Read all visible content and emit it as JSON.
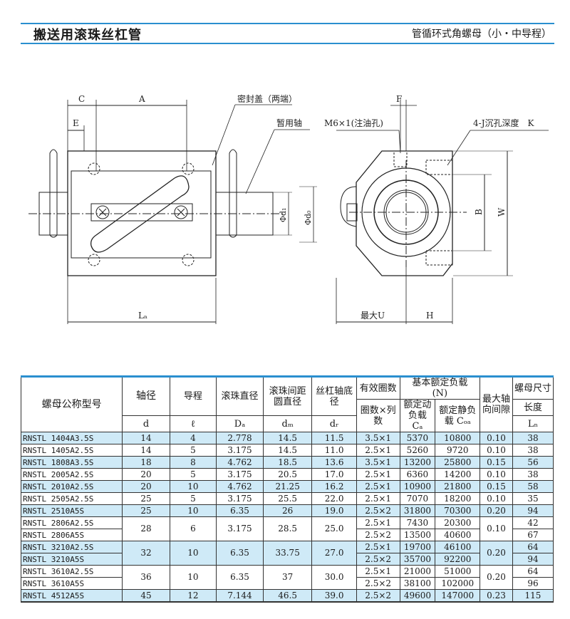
{
  "header": {
    "title": "搬送用滚珠丝杠管",
    "subtitle": "管循环式角螺母（小・中导程）"
  },
  "drawing": {
    "labels": {
      "C": "C",
      "A": "A",
      "E": "E",
      "seal": "密封盖（两端）",
      "temp_shaft": "暂用轴",
      "d1": "Φd₁",
      "d0": "Φd₀",
      "Ln": "Lₙ",
      "F": "F",
      "oil_hole": "M6×1(注油孔)",
      "holes": "4-J沉孔深度　K",
      "B": "B",
      "W": "W",
      "max_u": "最大U",
      "H": "H"
    }
  },
  "table": {
    "headers": {
      "model": "螺母公称型号",
      "shaft": "轴径",
      "shaft_sym": "d",
      "lead": "导程",
      "lead_sym": "ℓ",
      "ball": "滚珠直径",
      "ball_sym": "Dₐ",
      "pitch_dia": "滚珠间距圆直径",
      "pitch_sym": "dₘ",
      "root_dia": "丝杠轴底径",
      "root_sym": "dᵣ",
      "turns": "有效圈数",
      "turns_sub": "圈数×列数",
      "load": "基本额定负载",
      "load_unit": "(N)",
      "dyn": "额定动负载 Cₐ",
      "stat": "额定静负载 Cₒₐ",
      "backlash": "最大轴向间隙",
      "nut_size": "螺母尺寸",
      "length": "长度",
      "length_sym": "Lₙ"
    },
    "rows": [
      {
        "model": "RNSTL 1404A3.5S",
        "d": "14",
        "lead": "4",
        "ball": "2.778",
        "pcd": "14.5",
        "root": "11.5",
        "turns": "3.5×1",
        "dyn": "5370",
        "stat": "10800",
        "backlash": "0.10",
        "len": "38"
      },
      {
        "model": "RNSTL 1405A2.5S",
        "d": "14",
        "lead": "5",
        "ball": "3.175",
        "pcd": "14.5",
        "root": "11.0",
        "turns": "2.5×1",
        "dyn": "5260",
        "stat": "9720",
        "backlash": "0.10",
        "len": "38"
      },
      {
        "model": "RNSTL 1808A3.5S",
        "d": "18",
        "lead": "8",
        "ball": "4.762",
        "pcd": "18.5",
        "root": "13.6",
        "turns": "3.5×1",
        "dyn": "13200",
        "stat": "25800",
        "backlash": "0.15",
        "len": "56"
      },
      {
        "model": "RNSTL 2005A2.5S",
        "d": "20",
        "lead": "5",
        "ball": "3.175",
        "pcd": "20.5",
        "root": "17.0",
        "turns": "2.5×1",
        "dyn": "6360",
        "stat": "14200",
        "backlash": "0.10",
        "len": "38"
      },
      {
        "model": "RNSTL 2010A2.5S",
        "d": "20",
        "lead": "10",
        "ball": "4.762",
        "pcd": "21.25",
        "root": "16.2",
        "turns": "2.5×1",
        "dyn": "10900",
        "stat": "21800",
        "backlash": "0.15",
        "len": "58"
      },
      {
        "model": "RNSTL 2505A2.5S",
        "d": "25",
        "lead": "5",
        "ball": "3.175",
        "pcd": "25.5",
        "root": "22.0",
        "turns": "2.5×1",
        "dyn": "7070",
        "stat": "18200",
        "backlash": "0.10",
        "len": "35"
      },
      {
        "model": "RNSTL 2510A5S",
        "d": "25",
        "lead": "10",
        "ball": "6.35",
        "pcd": "26",
        "root": "19.0",
        "turns": "2.5×2",
        "dyn": "31800",
        "stat": "70300",
        "backlash": "0.20",
        "len": "94"
      }
    ],
    "groups": [
      {
        "models": [
          "RNSTL 2806A2.5S",
          "RNSTL 2806A5S"
        ],
        "d": "28",
        "lead": "6",
        "ball": "3.175",
        "pcd": "28.5",
        "root": "25.0",
        "turns": [
          "2.5×1",
          "2.5×2"
        ],
        "dyn": [
          "7430",
          "13500"
        ],
        "stat": [
          "20300",
          "40600"
        ],
        "backlash": "0.10",
        "len": [
          "42",
          "67"
        ]
      },
      {
        "models": [
          "RNSTL 3210A2.5S",
          "RNSTL 3210A5S"
        ],
        "d": "32",
        "lead": "10",
        "ball": "6.35",
        "pcd": "33.75",
        "root": "27.0",
        "turns": [
          "2.5×1",
          "2.5×2"
        ],
        "dyn": [
          "19700",
          "35700"
        ],
        "stat": [
          "46100",
          "92200"
        ],
        "backlash": "0.20",
        "len": [
          "64",
          "94"
        ]
      },
      {
        "models": [
          "RNSTL 3610A2.5S",
          "RNSTL 3610A5S"
        ],
        "d": "36",
        "lead": "10",
        "ball": "6.35",
        "pcd": "37",
        "root": "30.0",
        "turns": [
          "2.5×1",
          "2.5×2"
        ],
        "dyn": [
          "21000",
          "38100"
        ],
        "stat": [
          "51000",
          "102000"
        ],
        "backlash": "0.20",
        "len": [
          "64",
          "96"
        ]
      }
    ],
    "last": {
      "model": "RNSTL 4512A5S",
      "d": "45",
      "lead": "12",
      "ball": "7.144",
      "pcd": "46.5",
      "root": "39.0",
      "turns": "2.5×2",
      "dyn": "49600",
      "stat": "147000",
      "backlash": "0.23",
      "len": "115"
    }
  }
}
